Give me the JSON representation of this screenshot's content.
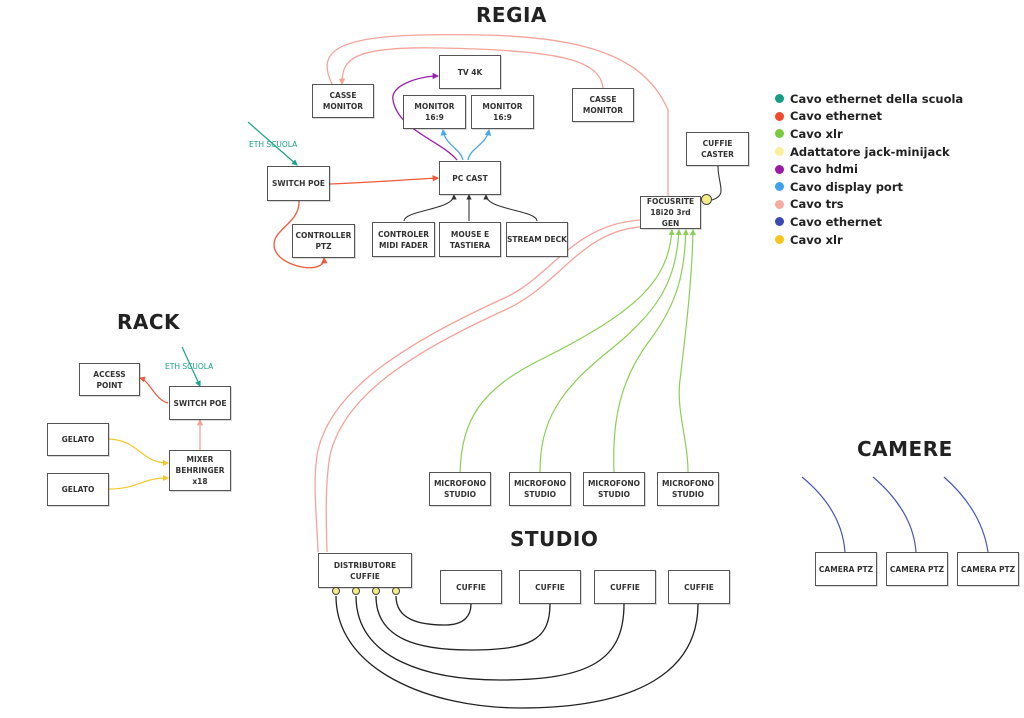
{
  "sections": {
    "regia": "REGIA",
    "rack": "RACK",
    "studio": "STUDIO",
    "camere": "CAMERE"
  },
  "tags": {
    "eth_scuola_regia": "ETH SCUOLA",
    "eth_scuola_rack": "ETH SCUOLA"
  },
  "nodes": {
    "tv_4k": "TV 4K",
    "casse_monitor_left": "CASSE\nMONITOR",
    "casse_monitor_right": "CASSE\nMONITOR",
    "monitor_1": "MONITOR\n16:9",
    "monitor_2": "MONITOR\n16:9",
    "switch_poe_regia": "SWITCH POE",
    "pc_cast": "PC CAST",
    "controller_ptz": "CONTROLLER\nPTZ",
    "controler_midi_fader": "CONTROLER\nMIDI FADER",
    "mouse_tastiera": "MOUSE E\nTASTIERA",
    "stream_deck": "STREAM DECK",
    "cuffie_caster": "CUFFIE\nCASTER",
    "focusrite": "FOCUSRITE\n18i20 3rd GEN",
    "access_point": "ACCESS\nPOINT",
    "switch_poe_rack": "SWITCH POE",
    "gelato_1": "GELATO",
    "gelato_2": "GELATO",
    "mixer": "MIXER\nBEHRINGER\nx18",
    "microfono_1": "MICROFONO\nSTUDIO",
    "microfono_2": "MICROFONO\nSTUDIO",
    "microfono_3": "MICROFONO\nSTUDIO",
    "microfono_4": "MICROFONO\nSTUDIO",
    "distributore_cuffie": "DISTRIBUTORE\nCUFFIE",
    "cuffie_1": "CUFFIE",
    "cuffie_2": "CUFFIE",
    "cuffie_3": "CUFFIE",
    "cuffie_4": "CUFFIE",
    "camera_ptz_1": "CAMERA PTZ",
    "camera_ptz_2": "CAMERA PTZ",
    "camera_ptz_3": "CAMERA PTZ"
  },
  "legend": [
    {
      "label": "Cavo ethernet della scuola",
      "color": "#159e85"
    },
    {
      "label": "Cavo ethernet",
      "color": "#f0492b"
    },
    {
      "label": "Cavo xlr",
      "color": "#7acb3c"
    },
    {
      "label": "Adattatore jack-minijack",
      "color": "#f9ef9c"
    },
    {
      "label": "Cavo hdmi",
      "color": "#9a19a6"
    },
    {
      "label": "Cavo display port",
      "color": "#3fa2ef"
    },
    {
      "label": "Cavo trs",
      "color": "#f6aca1"
    },
    {
      "label": "Cavo ethernet",
      "color": "#3c49b4"
    },
    {
      "label": "Cavo xlr",
      "color": "#f8c51d"
    }
  ],
  "colors": {
    "eth_scuola": "#1aa38a",
    "ethernet": "#ee5a3a",
    "xlr_green": "#8ccf55",
    "hdmi": "#9a22b0",
    "display_port": "#4aa8ee",
    "trs": "#f4a49a",
    "ethernet_blue": "#4a55c0",
    "xlr_yellow": "#f5c832",
    "generic": "#333333"
  }
}
